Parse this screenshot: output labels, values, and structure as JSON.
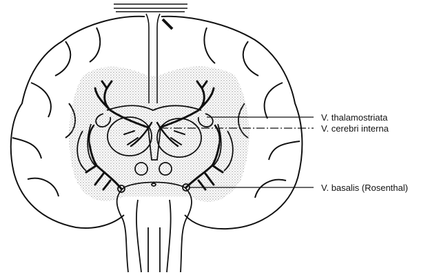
{
  "labels": {
    "thalamostriata": "V. thalamostriata",
    "cerebri_interna": "V. cerebri interna",
    "basalis": "V. basalis (Rosenthal)"
  },
  "colors": {
    "ink": "#111111",
    "stipple": "#8a8a8a"
  }
}
